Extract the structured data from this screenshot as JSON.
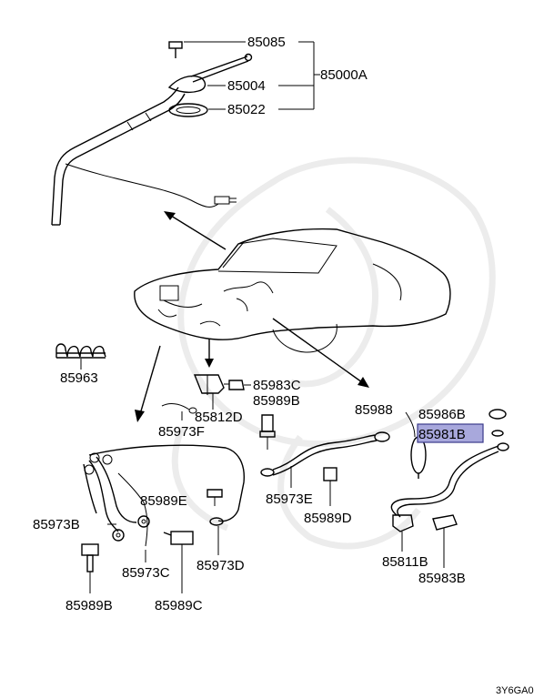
{
  "parts": {
    "p85085": "85085",
    "p85000A": "85000A",
    "p85004": "85004",
    "p85022": "85022",
    "p85963": "85963",
    "p85983C": "85983C",
    "p85989B_top": "85989B",
    "p85812D": "85812D",
    "p85973F": "85973F",
    "p85988": "85988",
    "p85986B": "85986B",
    "p85981B": "85981B",
    "p85989E": "85989E",
    "p85973B": "85973B",
    "p85973C": "85973C",
    "p85973D": "85973D",
    "p85989B_bottom": "85989B",
    "p85989C": "85989C",
    "p85973E": "85973E",
    "p85989D": "85989D",
    "p85811B": "85811B",
    "p85983B": "85983B"
  },
  "highlight_color": "#a8a8dc",
  "diagram_code": "3Y6GA0"
}
